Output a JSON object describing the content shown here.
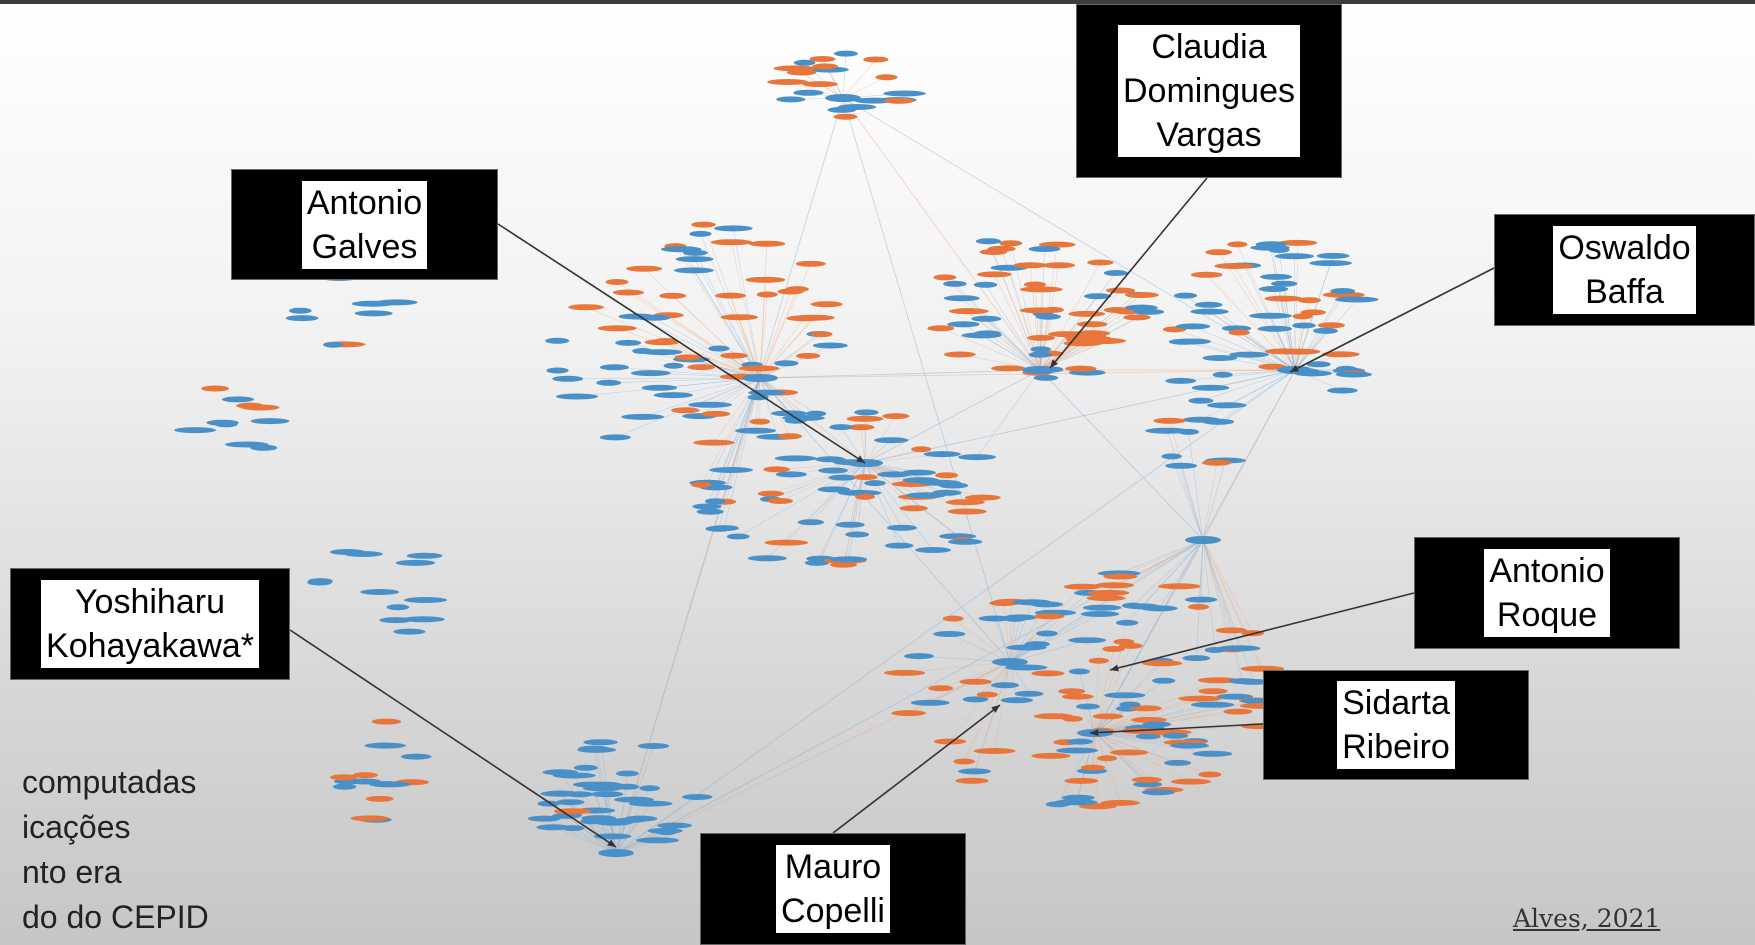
{
  "callouts": [
    {
      "id": "claudia",
      "lines": [
        "Claudia",
        "Domingues",
        "Vargas"
      ]
    },
    {
      "id": "antonio-galves",
      "lines": [
        "Antonio",
        "Galves"
      ]
    },
    {
      "id": "oswaldo",
      "lines": [
        "Oswaldo",
        "Baffa"
      ]
    },
    {
      "id": "yoshiharu",
      "lines": [
        "Yoshiharu",
        "Kohayakawa*"
      ]
    },
    {
      "id": "antonio-roque",
      "lines": [
        "Antonio",
        "Roque"
      ]
    },
    {
      "id": "sidarta",
      "lines": [
        "Sidarta",
        "Ribeiro"
      ]
    },
    {
      "id": "mauro",
      "lines": [
        "Mauro",
        "Copelli"
      ]
    }
  ],
  "side_text": [
    "computadas",
    "icações",
    "nto era",
    "do do CEPID"
  ],
  "citation": "Alves, 2021",
  "colors": {
    "node_blue": "#4a90c8",
    "node_orange": "#e8763a",
    "edge_blue": "#7fb0dc",
    "edge_orange": "#f0a57a"
  }
}
